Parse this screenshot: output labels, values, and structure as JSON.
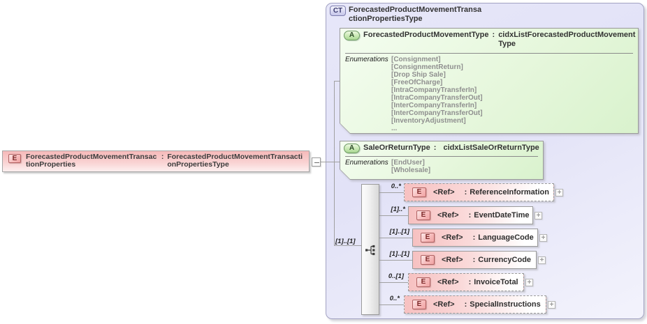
{
  "palette": {
    "element_pink": "#f6b9b9",
    "attribute_green": "#e6f7dc",
    "complex_type_lavender": "#e6e6f8",
    "connector_gray": "#a0a0a0"
  },
  "ui": {
    "expand_glyph": "+"
  },
  "element": {
    "badge": "E",
    "name": "ForecastedProductMovementTransactionProperties",
    "separator": ":",
    "type": "ForecastedProductMovementTransactionPropertiesType"
  },
  "ct": {
    "badge": "CT",
    "name": "ForecastedProductMovementTransactionPropertiesType",
    "attributes": [
      {
        "badge": "A",
        "name": "ForecastedProductMovementType",
        "separator": ":",
        "type": "cidxListForecastedProductMovementType",
        "enumerations_label": "Enumerations",
        "values": [
          "[Consignment]",
          "[ConsignmentReturn]",
          "[Drop Ship Sale]",
          "[FreeOfCharge]",
          "[IntraCompanyTransferIn]",
          "[IntraCompanyTransferOut]",
          "[InterCompanyTransferIn]",
          "[InterCompanyTransferOut]",
          "[InventoryAdjustment]",
          "..."
        ]
      },
      {
        "badge": "A",
        "name": "SaleOrReturnType",
        "separator": ":",
        "type": "cidxListSaleOrReturnType",
        "enumerations_label": "Enumerations",
        "values": [
          "[EndUser]",
          "[Wholesale]"
        ]
      }
    ],
    "sequence": {
      "cardinality": "[1]..[1]"
    },
    "elements": [
      {
        "badge": "E",
        "cardinality": "0..*",
        "ref": "<Ref>",
        "separator": ":",
        "name": "ReferenceInformation"
      },
      {
        "badge": "E",
        "cardinality": "[1]..*",
        "ref": "<Ref>",
        "separator": ":",
        "name": "EventDateTime"
      },
      {
        "badge": "E",
        "cardinality": "[1]..[1]",
        "ref": "<Ref>",
        "separator": ":",
        "name": "LanguageCode"
      },
      {
        "badge": "E",
        "cardinality": "[1]..[1]",
        "ref": "<Ref>",
        "separator": ":",
        "name": "CurrencyCode"
      },
      {
        "badge": "E",
        "cardinality": "0..[1]",
        "ref": "<Ref>",
        "separator": ":",
        "name": "InvoiceTotal"
      },
      {
        "badge": "E",
        "cardinality": "0..*",
        "ref": "<Ref>",
        "separator": ":",
        "name": "SpecialInstructions"
      }
    ]
  }
}
